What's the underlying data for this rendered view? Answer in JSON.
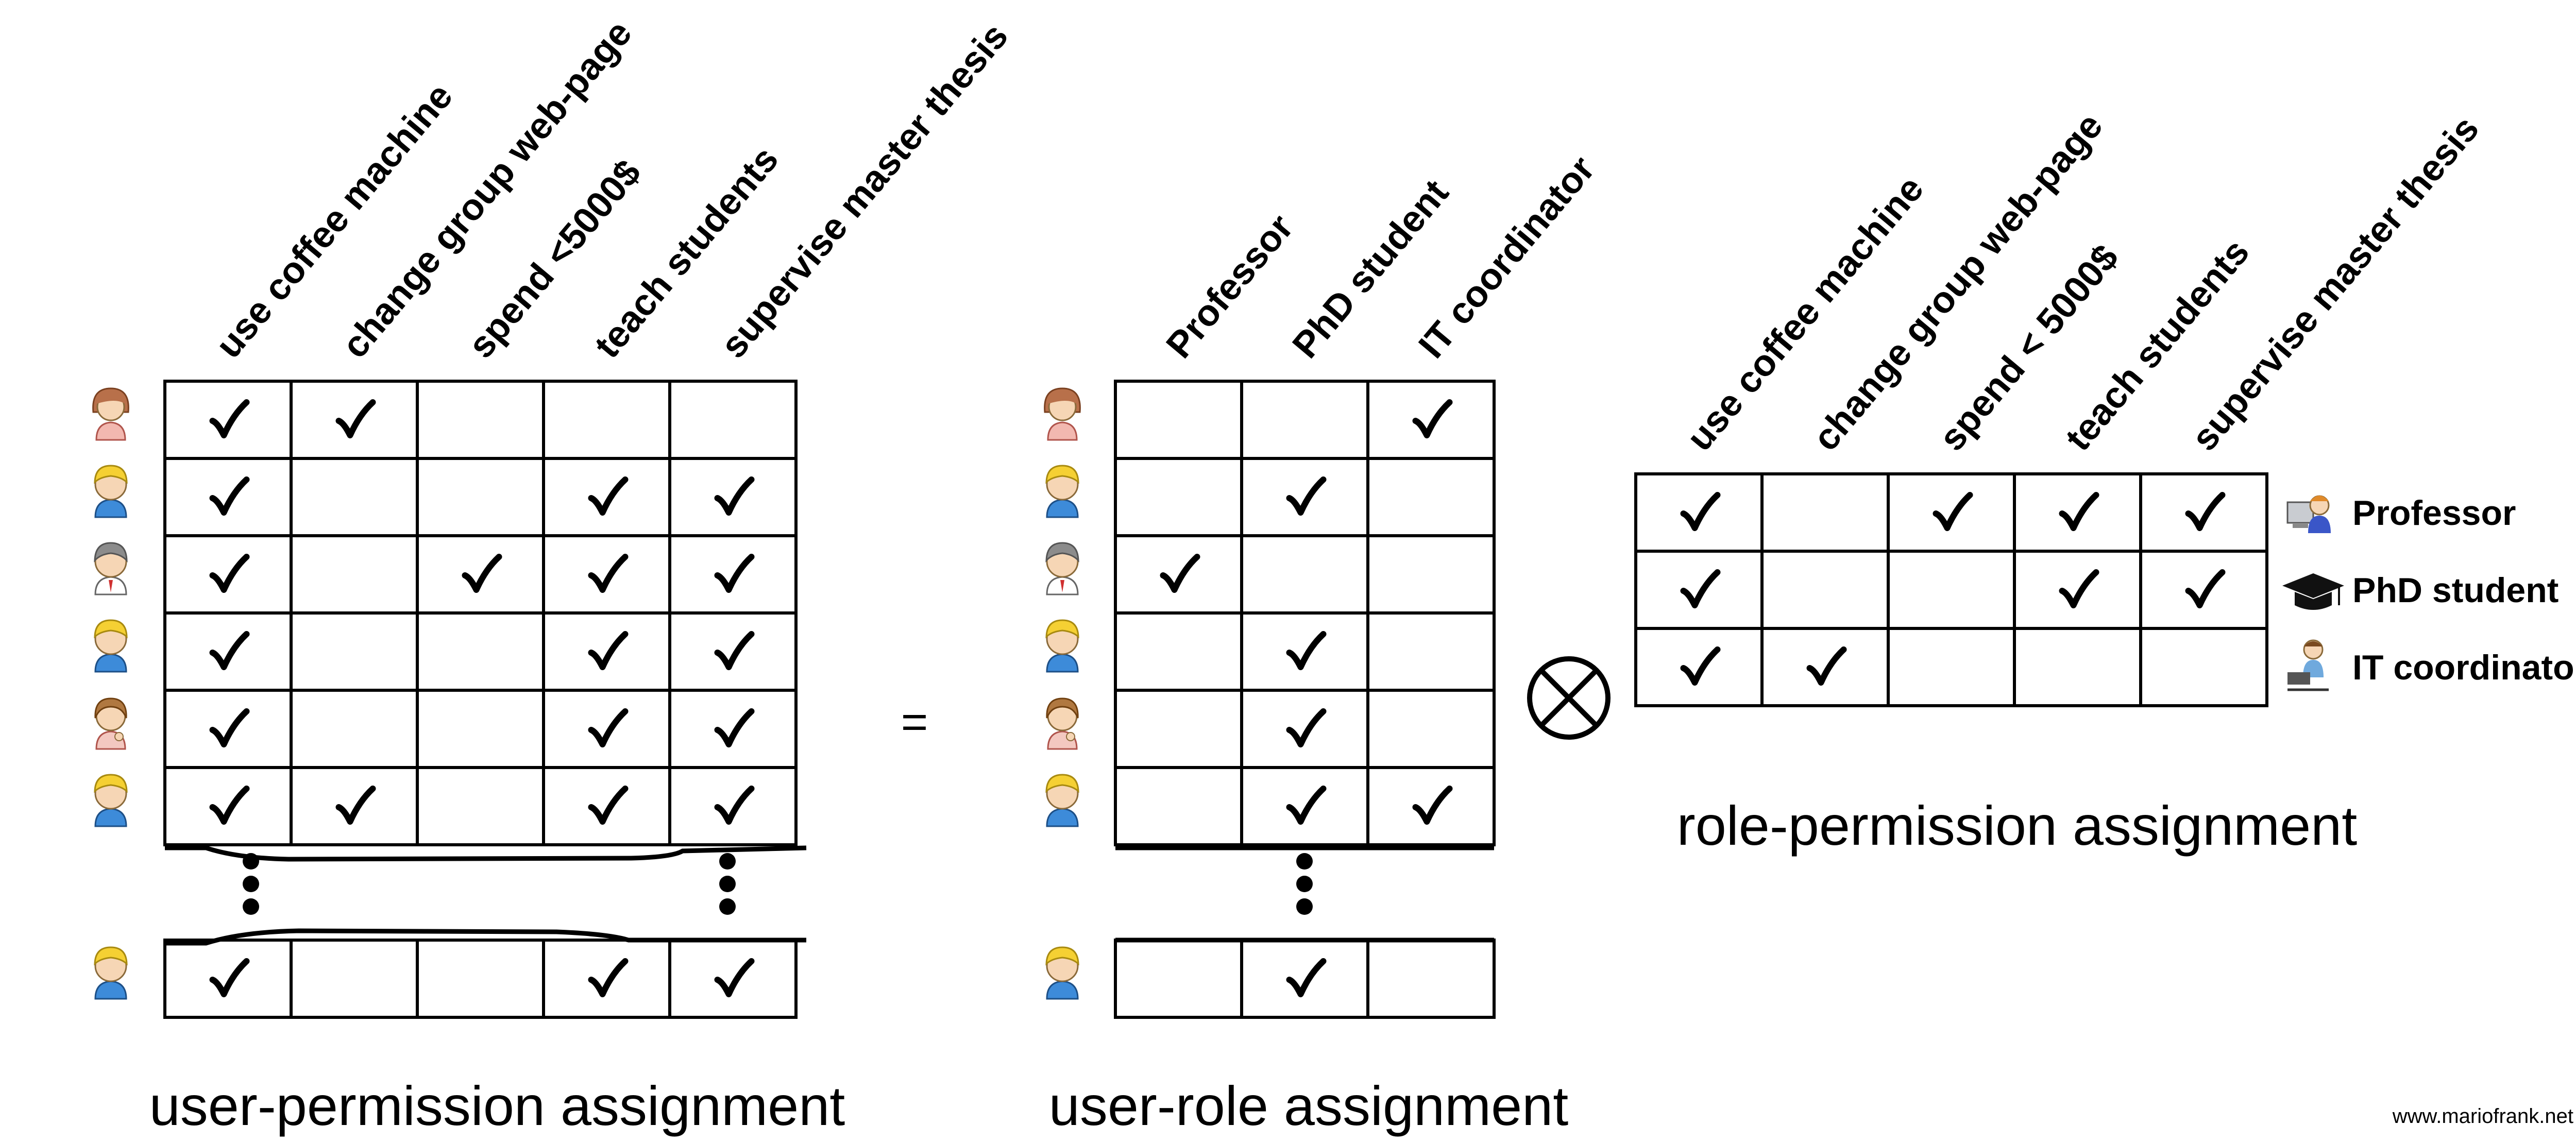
{
  "permissions_upa": [
    "use coffee machine",
    "change group web-page",
    "spend <5000$",
    "teach students",
    "supervise master thesis"
  ],
  "permissions_rpa": [
    "use coffee machine",
    "change group web-page",
    "spend  < 5000$",
    "teach students",
    "supervise master thesis"
  ],
  "roles": [
    "Professor",
    "PhD student",
    "IT coordinator"
  ],
  "user_permission": {
    "caption": "user-permission assignment",
    "users": [
      {
        "avatar": "woman-avatar-icon",
        "row": [
          1,
          1,
          0,
          0,
          0
        ]
      },
      {
        "avatar": "blonde-man-avatar-icon",
        "row": [
          1,
          0,
          0,
          1,
          1
        ]
      },
      {
        "avatar": "professor-avatar-icon",
        "row": [
          1,
          0,
          1,
          1,
          1
        ]
      },
      {
        "avatar": "blonde-man-avatar-icon",
        "row": [
          1,
          0,
          0,
          1,
          1
        ]
      },
      {
        "avatar": "woman-thinking-avatar-icon",
        "row": [
          1,
          0,
          0,
          1,
          1
        ]
      },
      {
        "avatar": "blonde-man-avatar-icon",
        "row": [
          1,
          1,
          0,
          1,
          1
        ]
      }
    ],
    "last_user": {
      "avatar": "blonde-man-avatar-icon",
      "row": [
        1,
        0,
        0,
        1,
        1
      ]
    }
  },
  "equals_symbol": "=",
  "user_role": {
    "caption": "user-role assignment",
    "rows": [
      [
        0,
        0,
        1
      ],
      [
        0,
        1,
        0
      ],
      [
        1,
        0,
        0
      ],
      [
        0,
        1,
        0
      ],
      [
        0,
        1,
        0
      ],
      [
        0,
        1,
        1
      ]
    ],
    "last_row": [
      0,
      1,
      0
    ]
  },
  "operator_symbol": "⊗",
  "role_permission": {
    "caption": "role-permission assignment",
    "rows": [
      [
        1,
        0,
        1,
        1,
        1
      ],
      [
        1,
        0,
        0,
        1,
        1
      ],
      [
        1,
        1,
        0,
        0,
        0
      ]
    ],
    "role_icons": [
      "professor-computer-icon",
      "graduation-cap-icon",
      "it-coordinator-icon"
    ]
  },
  "watermark": "www.mariofrank.net",
  "colors": {
    "check": "#000000",
    "grid": "#000000",
    "skin": "#f6d6b5",
    "hair_blonde": "#f5d033",
    "shirt_blue": "#3d8bd9"
  }
}
